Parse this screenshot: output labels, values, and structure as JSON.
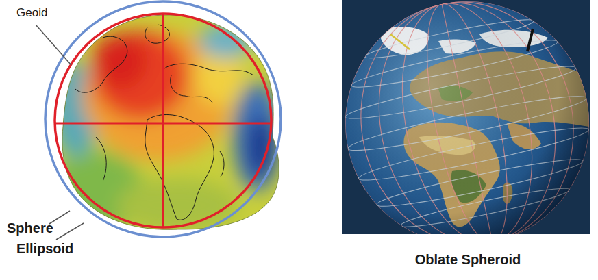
{
  "diagram": {
    "labels": [
      "Geoid",
      "Sphere",
      "Ellipsoid",
      "Oblate Spheroid"
    ]
  }
}
